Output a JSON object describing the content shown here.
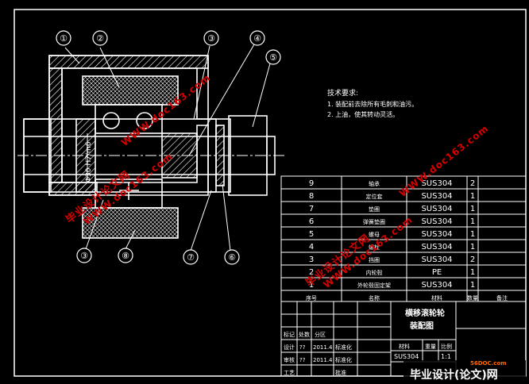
{
  "balloons": [
    "①",
    "②",
    "③",
    "④",
    "⑤",
    "③",
    "⑧",
    "⑦",
    "⑥"
  ],
  "dimension_text": "Φ30 H7/m6",
  "tech_requirements": {
    "title": "技术要求:",
    "items": [
      "1. 装配前去除所有毛刺和油污。",
      "2. 上油，使其转动灵活。"
    ]
  },
  "bom_rows": [
    {
      "no": "9",
      "name": "轴承",
      "material": "SUS304",
      "qty": "2"
    },
    {
      "no": "8",
      "name": "定位套",
      "material": "SUS304",
      "qty": "1"
    },
    {
      "no": "7",
      "name": "垫圈",
      "material": "SUS304",
      "qty": "1"
    },
    {
      "no": "6",
      "name": "弹簧垫圈",
      "material": "SUS304",
      "qty": "1"
    },
    {
      "no": "5",
      "name": "螺母",
      "material": "SUS304",
      "qty": "1"
    },
    {
      "no": "4",
      "name": "螺栓",
      "material": "SUS304",
      "qty": "1"
    },
    {
      "no": "3",
      "name": "挡圈",
      "material": "SUS304",
      "qty": "2"
    },
    {
      "no": "2",
      "name": "内轮毂",
      "material": "PE",
      "qty": "1"
    },
    {
      "no": "1",
      "name": "外轮毂固定架",
      "material": "SUS304",
      "qty": "1"
    }
  ],
  "bom_header": [
    "序号",
    "名称",
    "材料",
    "数量",
    "备注"
  ],
  "title_block": {
    "title_line1": "横移滚轮轮",
    "title_line2": "装配图",
    "labels": [
      "标记",
      "处数",
      "分区",
      "设计",
      "审核",
      "工艺",
      "材料",
      "重量",
      "比例",
      "批准"
    ],
    "designer_date": "2011.4",
    "reviewer_date": "2011.4",
    "std1": "标准化",
    "std2": "标准化",
    "material": "SUS304",
    "scale": "1:1",
    "q1": "??",
    "q2": "??"
  },
  "watermarks": {
    "site_cn": "毕业设计论文网",
    "site_url": "WWW.doc163.com"
  },
  "footer_logo": {
    "brand": "毕业设计(论文)网",
    "domain": "56DOC.com"
  }
}
